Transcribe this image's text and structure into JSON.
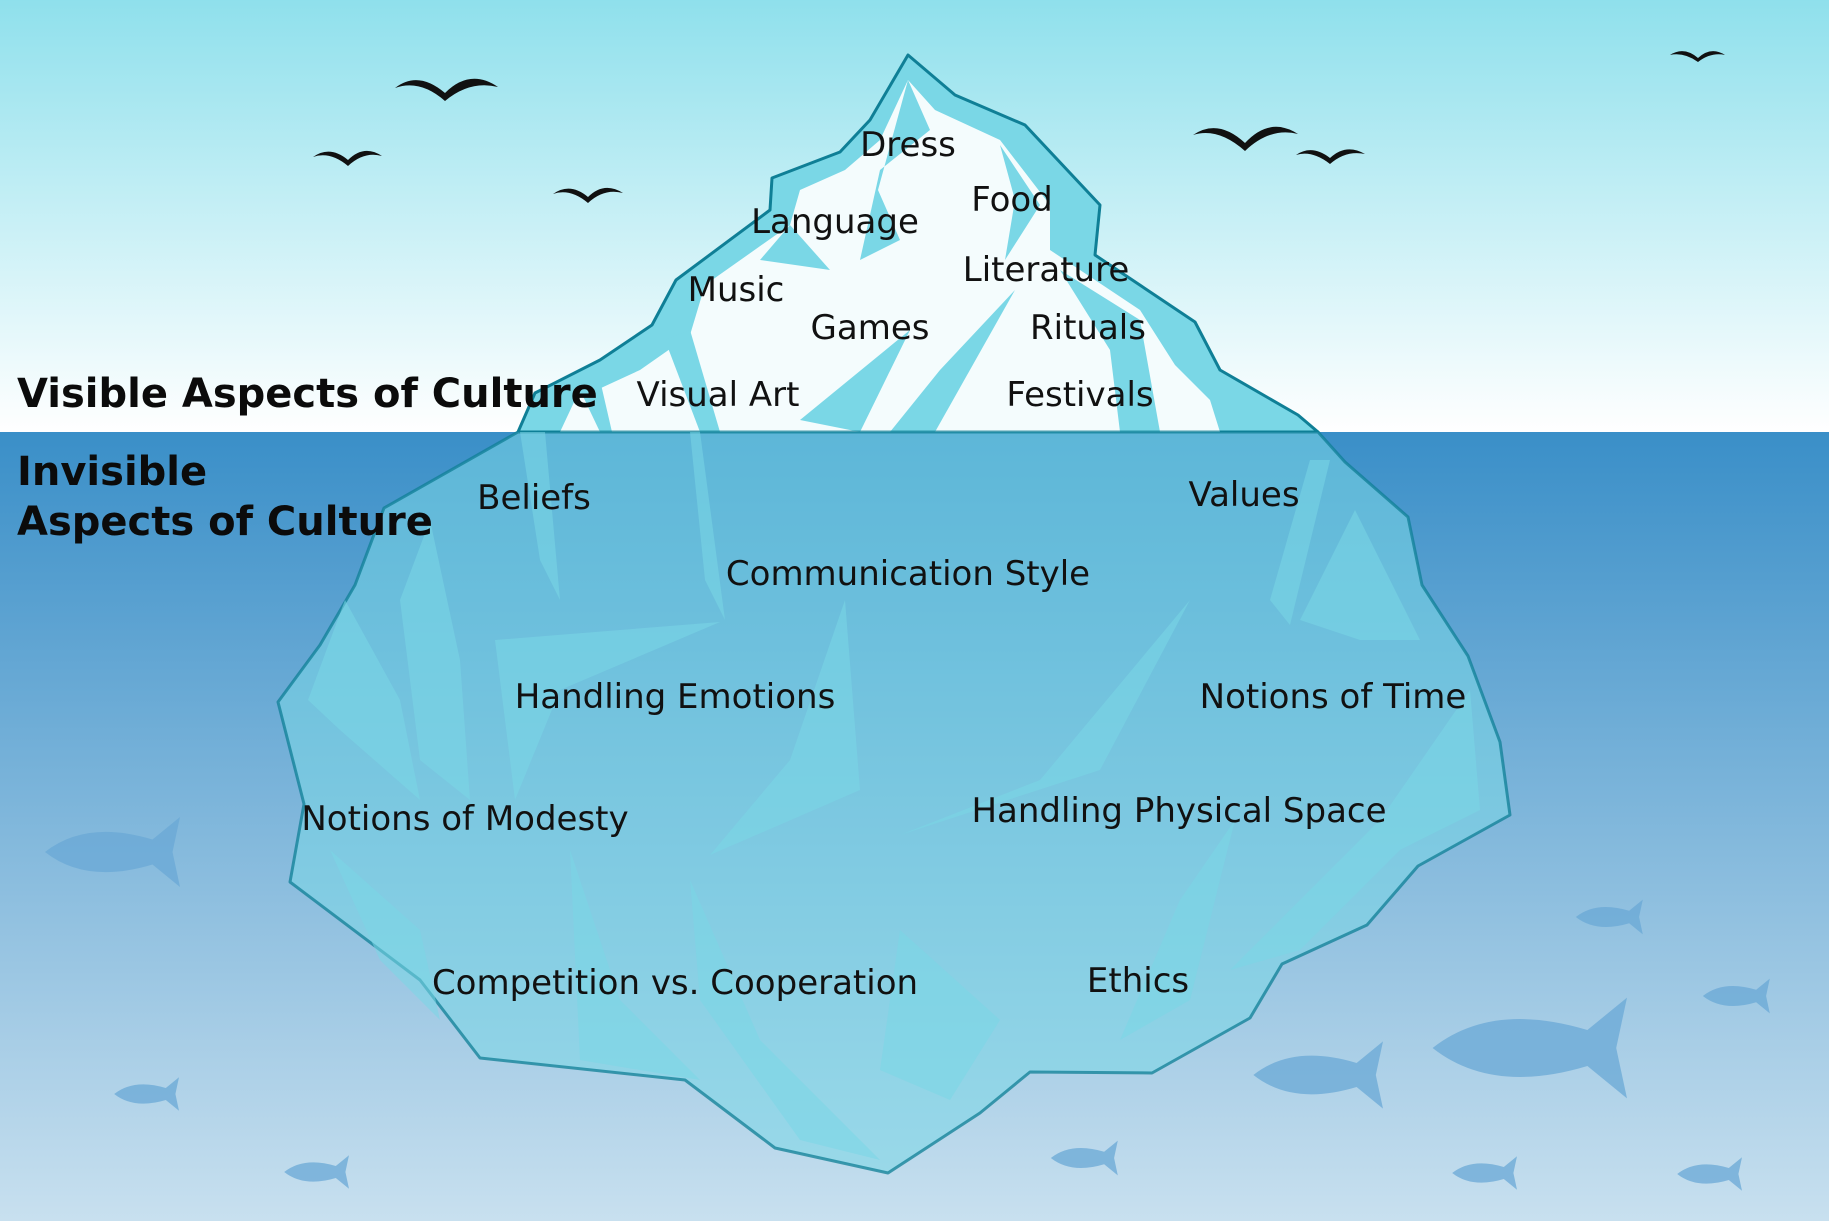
{
  "headings": {
    "visible": "Visible Aspects of Culture",
    "invisible_line1": "Invisible",
    "invisible_line2": "Aspects of Culture"
  },
  "visible_aspects": [
    "Dress",
    "Food",
    "Language",
    "Literature",
    "Music",
    "Games",
    "Rituals",
    "Visual Art",
    "Festivals"
  ],
  "invisible_aspects": [
    "Beliefs",
    "Values",
    "Communication Style",
    "Handling Emotions",
    "Notions of Time",
    "Handling Physical Space",
    "Notions of Modesty",
    "Competition vs. Cooperation",
    "Ethics"
  ],
  "colors": {
    "sky_top": "#8fe0ec",
    "sky_bottom": "#ffffff",
    "water_top": "#3a8fc8",
    "water_bottom": "#c8e0ef",
    "ice_outline": "#0f7f96",
    "ice_fill": "#7ad7e6",
    "ice_highlight": "#f4fcfd",
    "bird": "#111111",
    "fish": "#6aa8d6"
  },
  "icons": {
    "bird": "bird-icon",
    "fish": "fish-icon"
  }
}
